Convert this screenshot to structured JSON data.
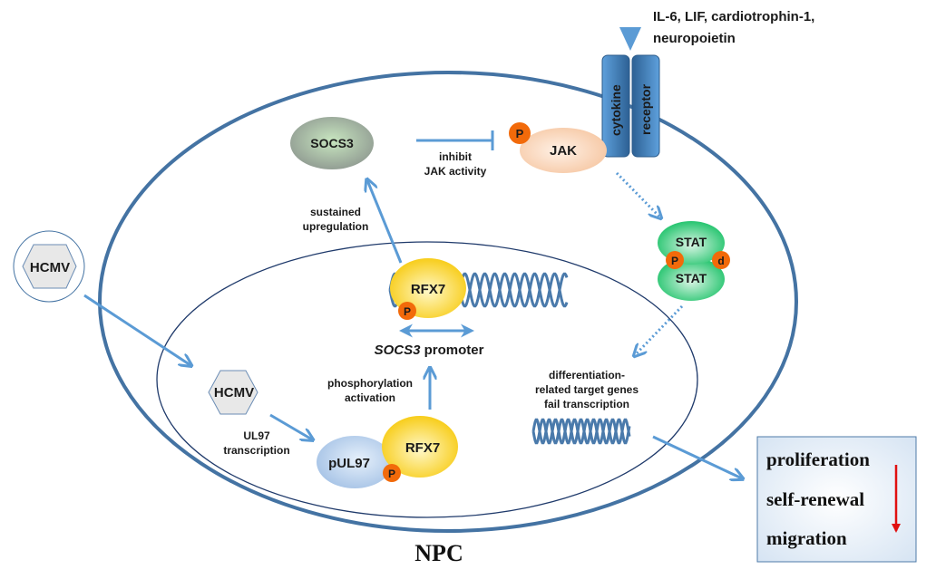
{
  "title": "HCMV-RFX7-SOCS3 signaling in NPC",
  "ligands": {
    "line1": "IL-6,  LIF,  cardiotrophin-1,",
    "line2": "neuropoietin"
  },
  "receptor": {
    "left_label": "cytokine",
    "right_label": "receptor"
  },
  "nodes": {
    "socs3": "SOCS3",
    "jak": "JAK",
    "stat_top": "STAT",
    "stat_bottom": "STAT",
    "rfx7_nucleus": "RFX7",
    "rfx7_bottom": "RFX7",
    "pul97": "pUL97",
    "hcmv_outside": "HCMV",
    "hcmv_inside": "HCMV",
    "phospho": "P",
    "phospho_stat_right": "d"
  },
  "labels": {
    "inhibit_line1": "inhibit",
    "inhibit_line2": "JAK activity",
    "sustained_line1": "sustained",
    "sustained_line2": "upregulation",
    "promoter_italic": "SOCS3",
    "promoter_rest": " promoter",
    "phospho_line1": "phosphorylation",
    "phospho_line2": "activation",
    "ul97_line1": "UL97",
    "ul97_line2": "transcription",
    "diff_line1": "differentiation-",
    "diff_line2": "related target genes",
    "diff_line3": "fail transcription",
    "cell": "NPC"
  },
  "outcomes": {
    "items": [
      "proliferation",
      "self-renewal",
      "migration"
    ],
    "trend": "decrease"
  },
  "colors": {
    "membrane": "#3f6f9c",
    "nucleus": "#1f3a6b",
    "arrow": "#5b9bd5",
    "phospho": "#f26a0a",
    "inhibit_arrow": "#e01010"
  }
}
